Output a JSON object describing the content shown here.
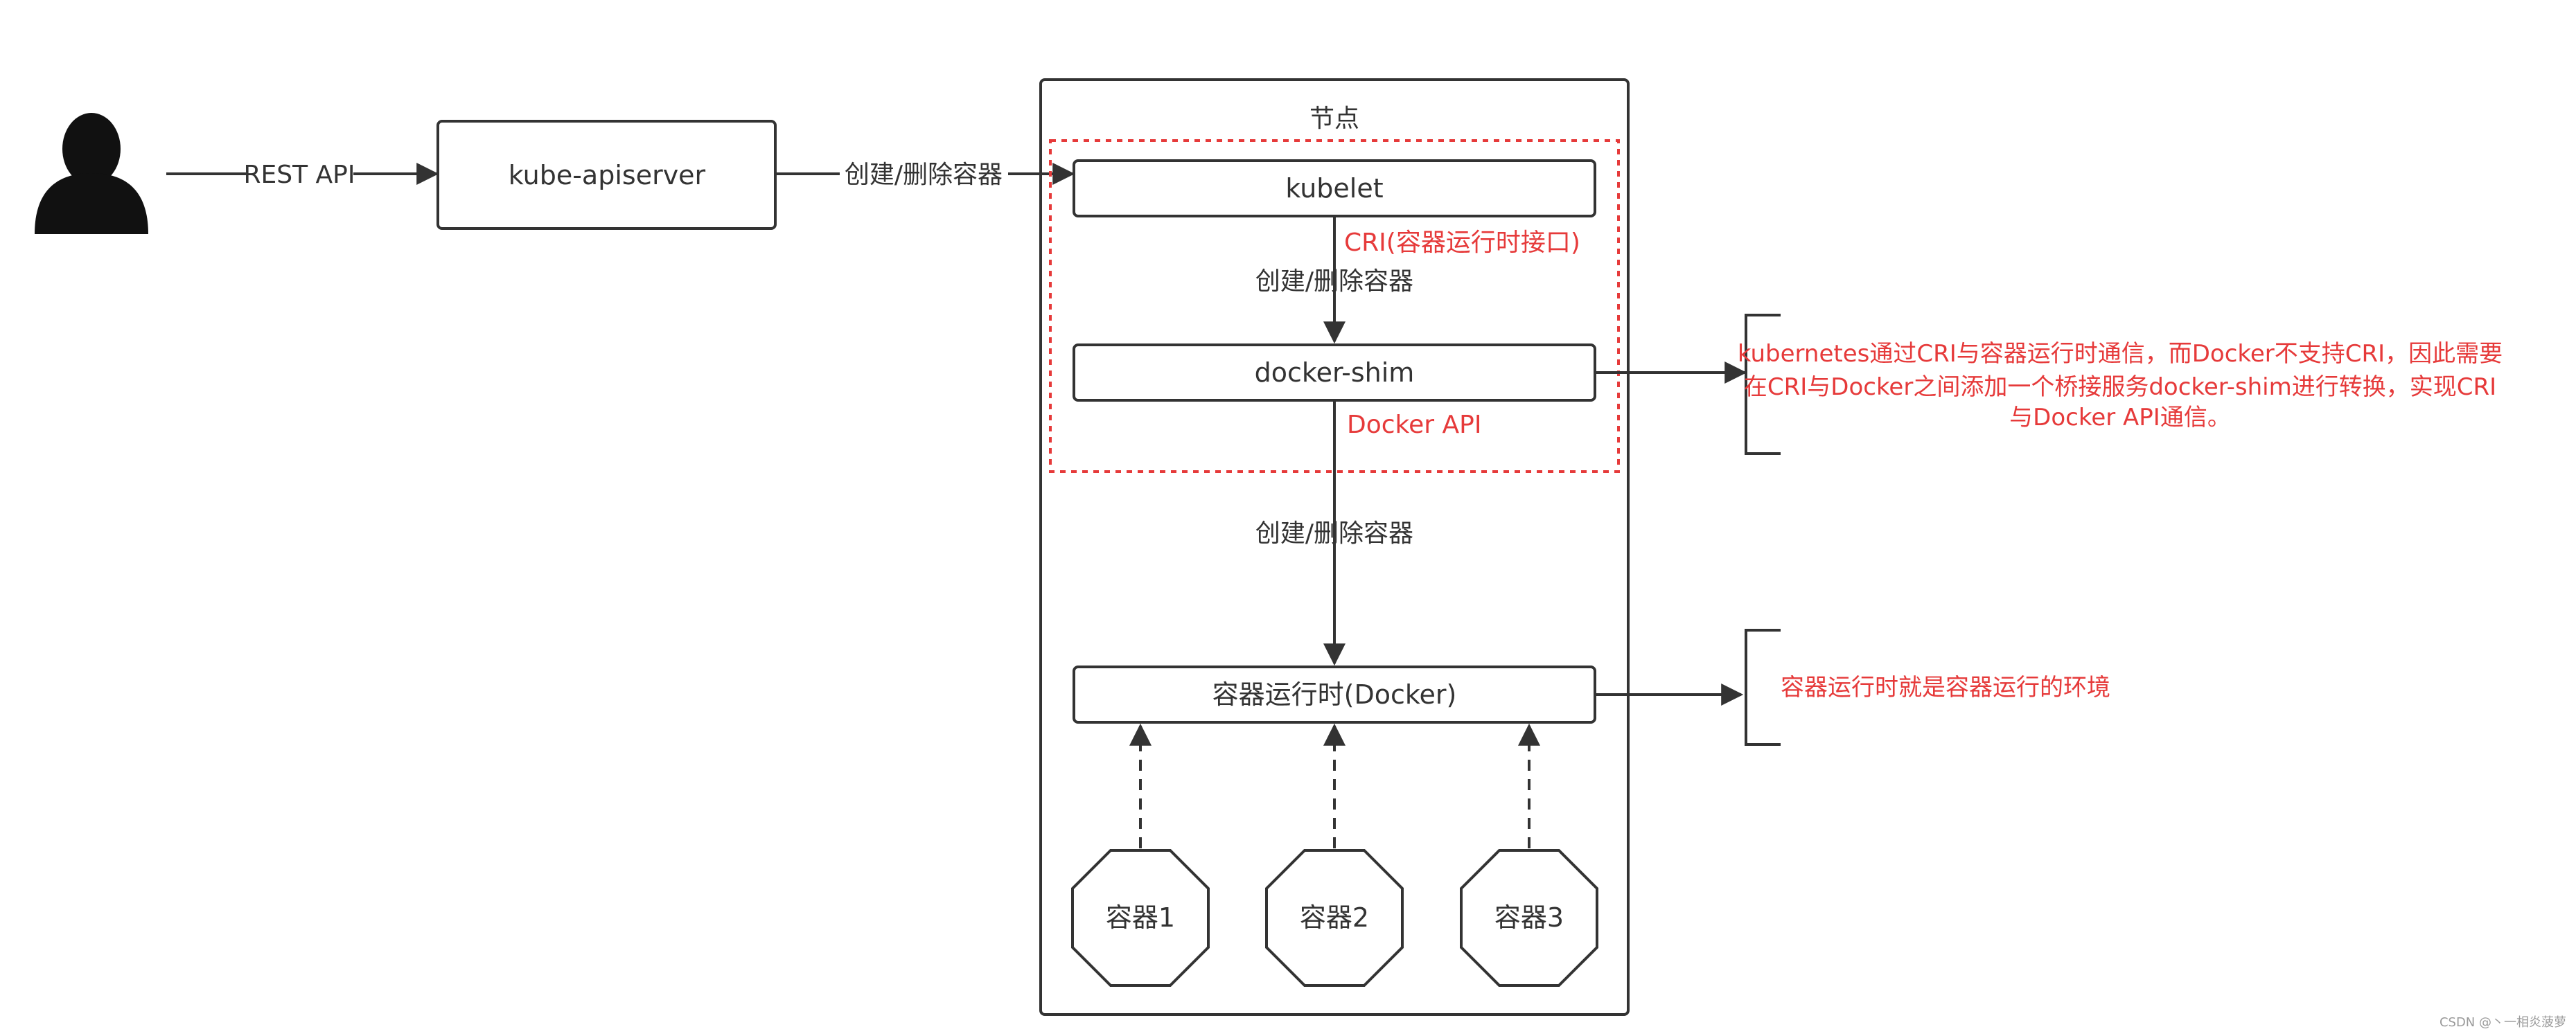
{
  "diagram": {
    "actor_icon": "user-icon",
    "rest_api_label": "REST API",
    "apiserver_label": "kube-apiserver",
    "create_delete_label": "创建/删除容器",
    "node_title": "节点",
    "kubelet_label": "kubelet",
    "cri_label": "CRI(容器运行时接口)",
    "create_delete_label_2": "创建/删除容器",
    "dockershim_label": "docker-shim",
    "docker_api_label": "Docker API",
    "create_delete_label_3": "创建/删除容器",
    "runtime_label": "容器运行时(Docker)",
    "containers": [
      "容器1",
      "容器2",
      "容器3"
    ],
    "note_dockershim": [
      "kubernetes通过CRI与容器运行时通信，而Docker不支持CRI，因此需要",
      "在CRI与Docker之间添加一个桥接服务docker-shim进行转换，实现CRI",
      "与Docker API通信。"
    ],
    "note_runtime": "容器运行时就是容器运行的环境",
    "watermark": "CSDN @丶一相炎菠萝"
  },
  "colors": {
    "stroke": "#333333",
    "accent_red": "#e63a3a",
    "background": "#ffffff"
  }
}
